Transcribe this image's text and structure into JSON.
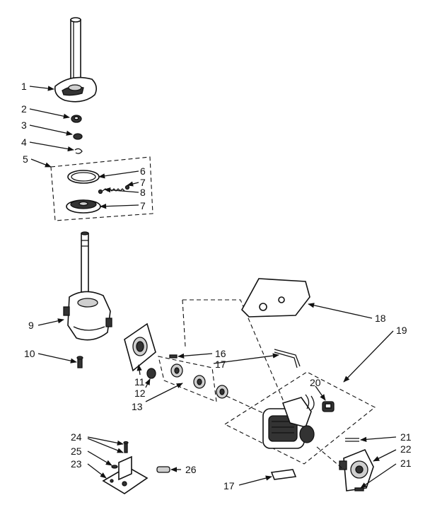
{
  "callouts": {
    "c1": "1",
    "c2": "2",
    "c3": "3",
    "c4": "4",
    "c5": "5",
    "c6": "6",
    "c7a": "7",
    "c8": "8",
    "c7b": "7",
    "c9": "9",
    "c10": "10",
    "c11": "11",
    "c12": "12",
    "c13": "13",
    "c16": "16",
    "c17a": "17",
    "c18": "18",
    "c19": "19",
    "c20": "20",
    "c21a": "21",
    "c22": "22",
    "c21b": "21",
    "c24": "24",
    "c25": "25",
    "c23": "23",
    "c26": "26",
    "c17b": "17"
  },
  "colors": {
    "ink": "#111111",
    "paper": "#ffffff",
    "shade": "#333333"
  }
}
